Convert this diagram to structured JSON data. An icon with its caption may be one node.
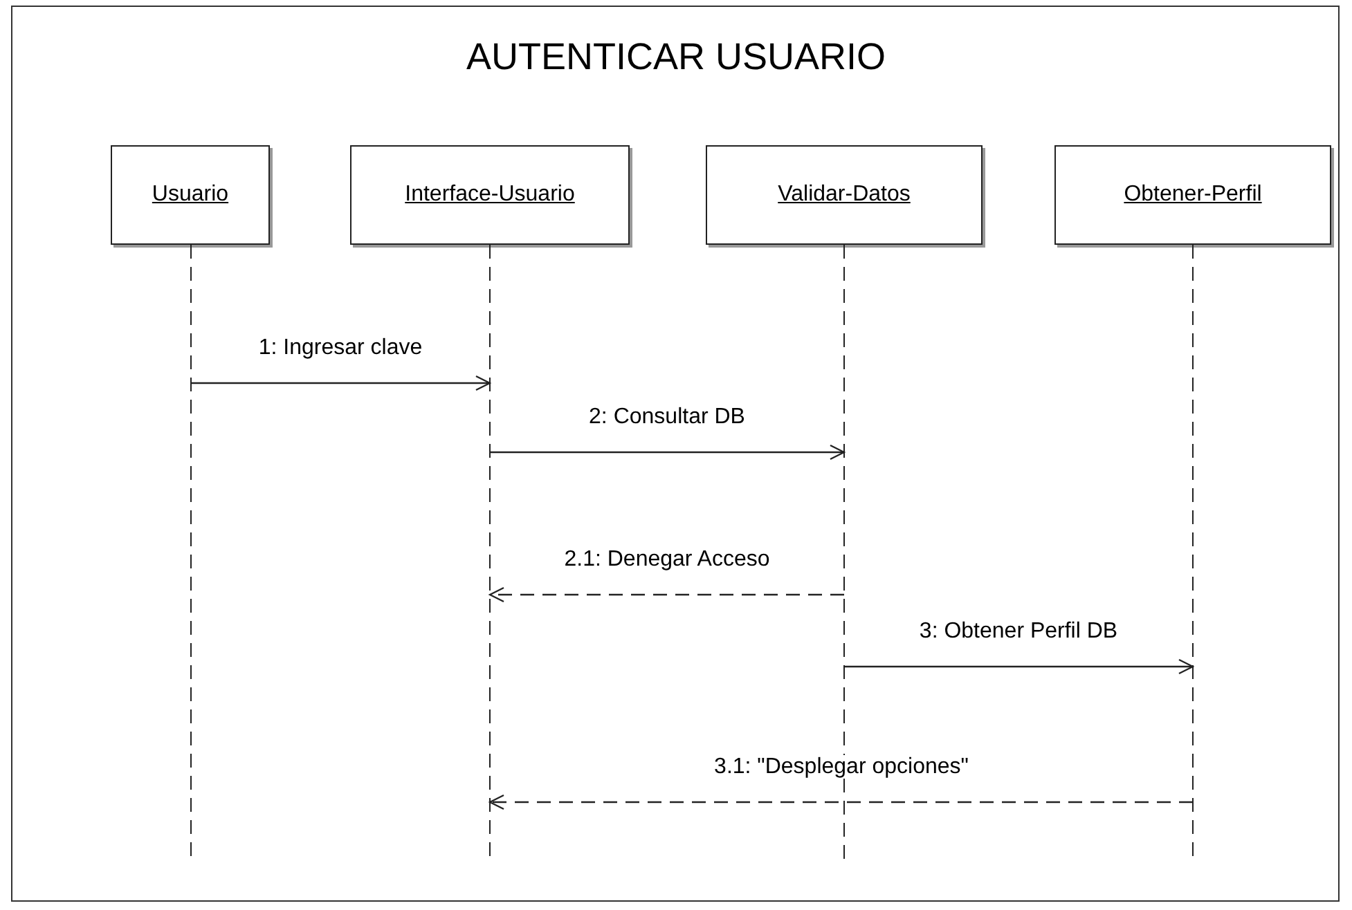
{
  "diagram": {
    "title": "AUTENTICAR USUARIO",
    "nodes": [
      {
        "text": [
          "Usuario"
        ]
      },
      {
        "text": [
          "Interface-Usuario"
        ]
      },
      {
        "text": [
          "Validar-Datos"
        ]
      },
      {
        "text": [
          "Obtener-Perfil"
        ]
      }
    ],
    "edges": [
      {
        "from": 0,
        "to": 1,
        "arrow": "to",
        "label": "1: Ingresar clave"
      },
      {
        "from": 1,
        "to": 2,
        "arrow": "to",
        "label": "2: Consultar DB"
      },
      {
        "from": 2,
        "to": 1,
        "arrow": "to",
        "label": "2.1: Denegar Acceso",
        "style": "dashed"
      },
      {
        "from": 2,
        "to": 3,
        "arrow": "to",
        "label": "3: Obtener Perfil DB"
      },
      {
        "from": 3,
        "to": 1,
        "arrow": "to",
        "label": "3.1: \"Desplegar opciones\"",
        "style": "dashed"
      }
    ]
  }
}
